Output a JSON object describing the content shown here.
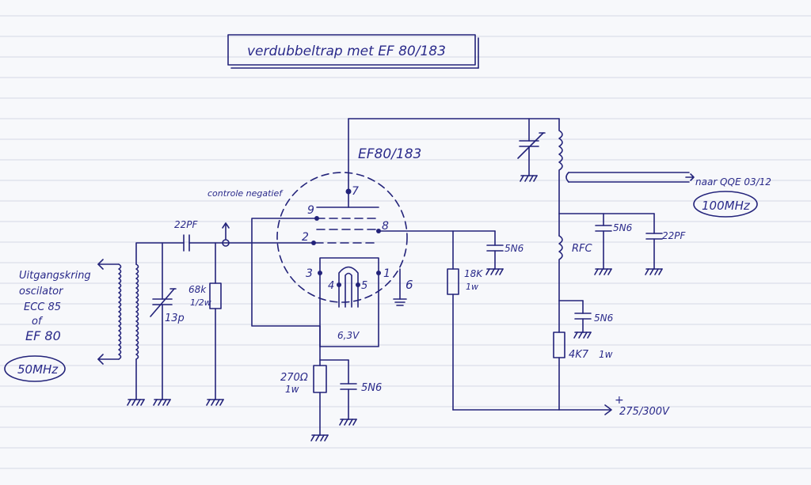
{
  "title": "verdubbeltrap met EF 80/183",
  "tube": {
    "type": "EF80/183",
    "pins": {
      "p7": "7",
      "p9": "9",
      "p2": "2",
      "p8": "8",
      "p3": "3",
      "p4": "4",
      "p5": "5",
      "p1": "1",
      "p6": "6"
    },
    "heater": "6,3V"
  },
  "components": {
    "c_coupling": "22PF",
    "trimmer": "13p",
    "grid_resistor": "68k",
    "grid_resistor_watt": "1/2w",
    "test_point": "controle negatief",
    "cathode_resistor": "270Ω",
    "cathode_resistor_watt": "1w",
    "cathode_cap": "5N6",
    "screen_cap": "5N6",
    "screen_resistor": "18K",
    "screen_resistor_watt": "1w",
    "rfc": "RFC",
    "dec_cap_1": "5N6",
    "dec_cap_2": "22PF",
    "dec_cap_3": "5N6",
    "supply_resistor": "4K7",
    "supply_resistor_watt": "1w"
  },
  "input": {
    "line1": "Uitgangskring",
    "line2": "oscilator",
    "line3": "ECC 85",
    "line4": "of",
    "line5": "EF 80",
    "freq": "50MHz"
  },
  "output": {
    "dest": "naar QQE 03/12",
    "freq": "100MHz"
  },
  "supply": {
    "polarity": "+",
    "voltage": "275/300V"
  }
}
